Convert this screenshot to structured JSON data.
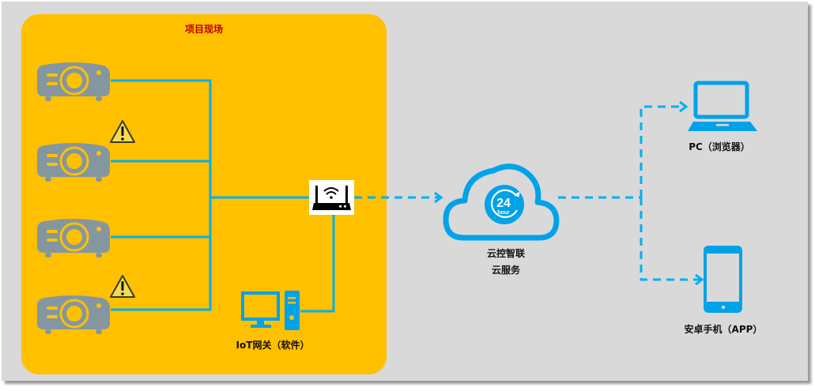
{
  "site": {
    "title": "项目现场",
    "title_color": "#c00000"
  },
  "projectors": [
    {
      "id": "projector-1",
      "warning": false
    },
    {
      "id": "projector-2",
      "warning": true
    },
    {
      "id": "projector-3",
      "warning": false
    },
    {
      "id": "projector-4",
      "warning": true
    }
  ],
  "gateway": {
    "label": "IoT网关（软件）"
  },
  "router": {
    "icon": "wifi-router-icon"
  },
  "cloud": {
    "line1": "云控智联",
    "line2": "云服务",
    "badge_number": "24",
    "badge_unit": "hour"
  },
  "clients": [
    {
      "label": "PC（浏览器）",
      "icon": "laptop-icon"
    },
    {
      "label": "安卓手机（APP）",
      "icon": "smartphone-icon"
    }
  ],
  "colors": {
    "background": "#d9d9d9",
    "site": "#ffc000",
    "line": "#00b0f0",
    "icon_blue": "#00a2e8",
    "projector": "#8497a0",
    "warning": "#f5dc4a"
  }
}
